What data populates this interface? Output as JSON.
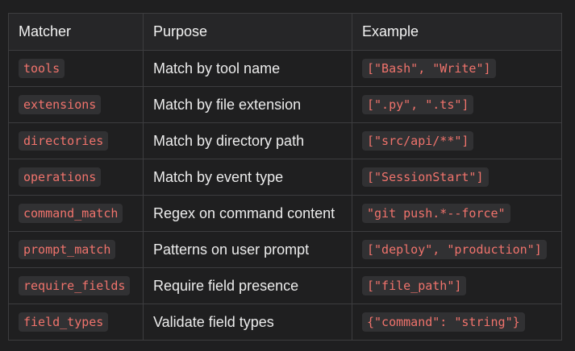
{
  "table": {
    "headers": [
      "Matcher",
      "Purpose",
      "Example"
    ],
    "rows": [
      {
        "matcher": "tools",
        "purpose": "Match by tool name",
        "example": "[\"Bash\", \"Write\"]"
      },
      {
        "matcher": "extensions",
        "purpose": "Match by file extension",
        "example": "[\".py\", \".ts\"]"
      },
      {
        "matcher": "directories",
        "purpose": "Match by directory path",
        "example": "[\"src/api/**\"]"
      },
      {
        "matcher": "operations",
        "purpose": "Match by event type",
        "example": "[\"SessionStart\"]"
      },
      {
        "matcher": "command_match",
        "purpose": "Regex on command content",
        "example": "\"git push.*--force\""
      },
      {
        "matcher": "prompt_match",
        "purpose": "Patterns on user prompt",
        "example": "[\"deploy\", \"production\"]"
      },
      {
        "matcher": "require_fields",
        "purpose": "Require field presence",
        "example": "[\"file_path\"]"
      },
      {
        "matcher": "field_types",
        "purpose": "Validate field types",
        "example": "{\"command\": \"string\"}"
      }
    ]
  },
  "colors": {
    "background": "#1f1f20",
    "border": "#3d3d3f",
    "code_text": "#f0736c",
    "code_bg": "#313133",
    "text": "#ececec"
  }
}
